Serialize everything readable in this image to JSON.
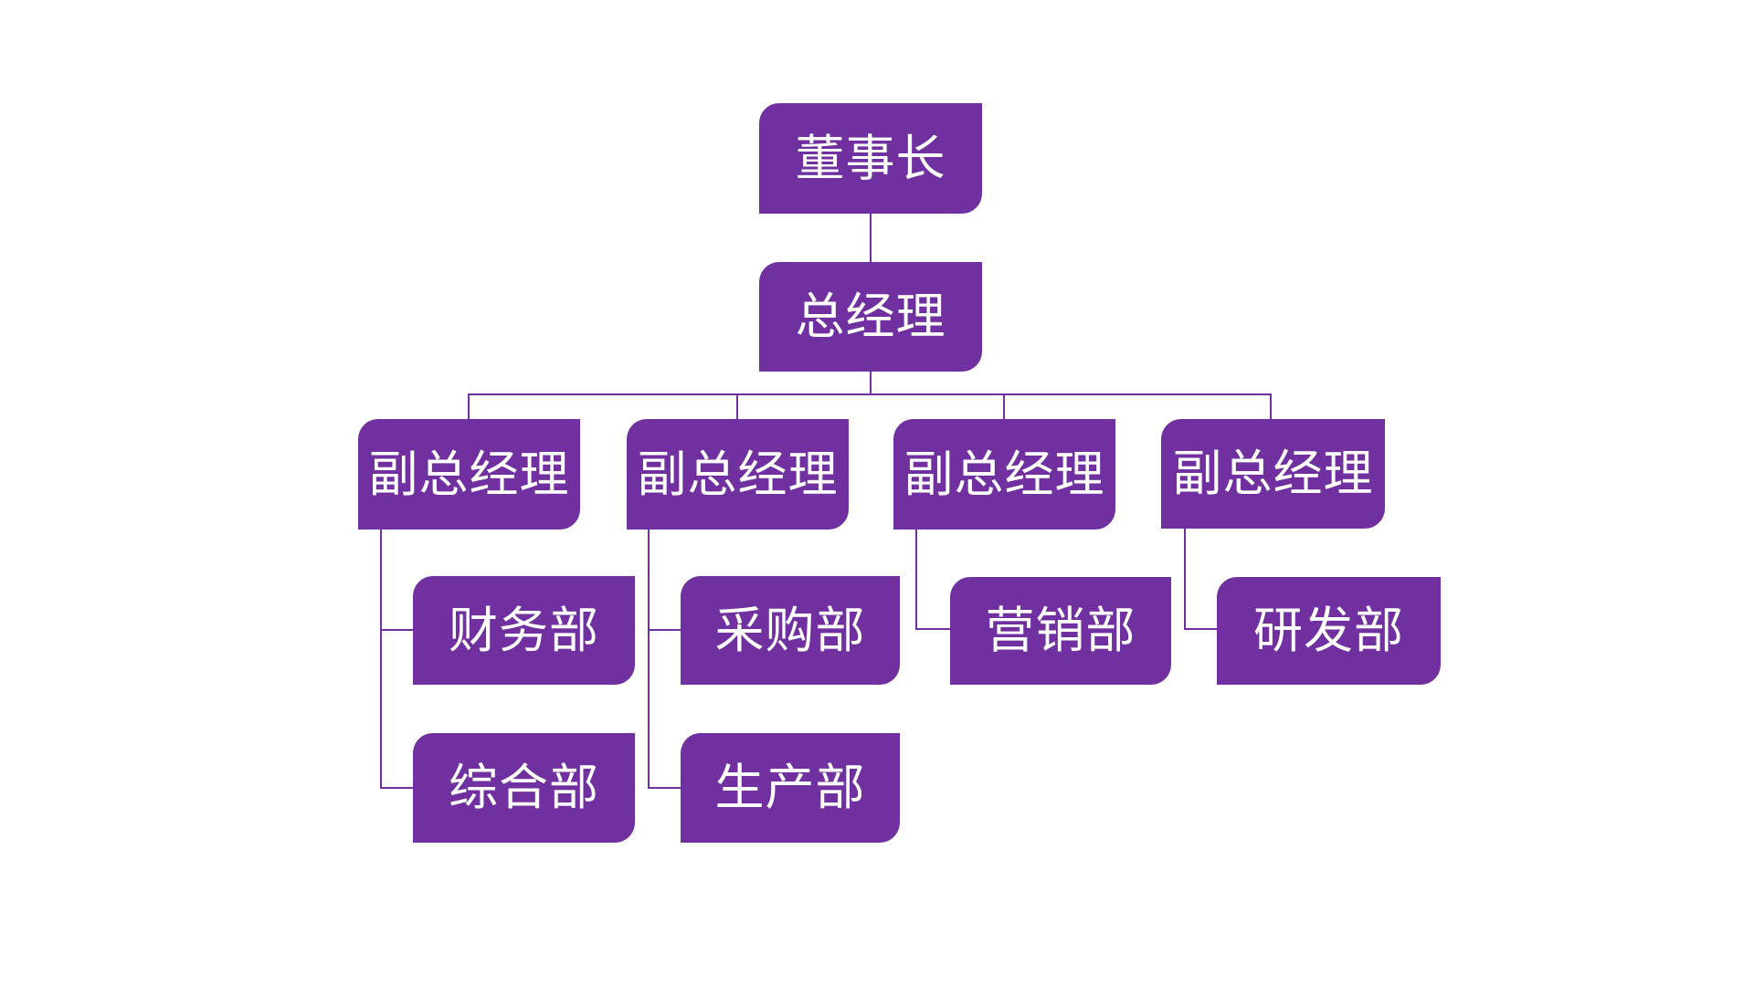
{
  "page": {
    "background_color": "#ffffff",
    "type": "organization-chart-slide"
  },
  "org_chart": {
    "accent_color": "#7030A0",
    "connector_color": "#7030A0",
    "node_text_color": "#ffffff",
    "nodes": {
      "chairman": {
        "label": "董事长",
        "level": 1
      },
      "gm": {
        "label": "总经理",
        "level": 2
      },
      "vp1": {
        "label": "副总经理",
        "level": 3
      },
      "vp2": {
        "label": "副总经理",
        "level": 3
      },
      "vp3": {
        "label": "副总经理",
        "level": 3
      },
      "vp4": {
        "label": "副总经理",
        "level": 3
      },
      "finance": {
        "label": "财务部",
        "level": 4
      },
      "admin": {
        "label": "综合部",
        "level": 4
      },
      "procurement": {
        "label": "采购部",
        "level": 4
      },
      "production": {
        "label": "生产部",
        "level": 4
      },
      "marketing": {
        "label": "营销部",
        "level": 4
      },
      "rnd": {
        "label": "研发部",
        "level": 4
      }
    },
    "hierarchy": {
      "label": "董事长",
      "children": [
        {
          "label": "总经理",
          "children": [
            {
              "label": "副总经理",
              "children": [
                {
                  "label": "财务部"
                },
                {
                  "label": "综合部"
                }
              ]
            },
            {
              "label": "副总经理",
              "children": [
                {
                  "label": "采购部"
                },
                {
                  "label": "生产部"
                }
              ]
            },
            {
              "label": "副总经理",
              "children": [
                {
                  "label": "营销部"
                }
              ]
            },
            {
              "label": "副总经理",
              "children": [
                {
                  "label": "研发部"
                }
              ]
            }
          ]
        }
      ]
    }
  }
}
